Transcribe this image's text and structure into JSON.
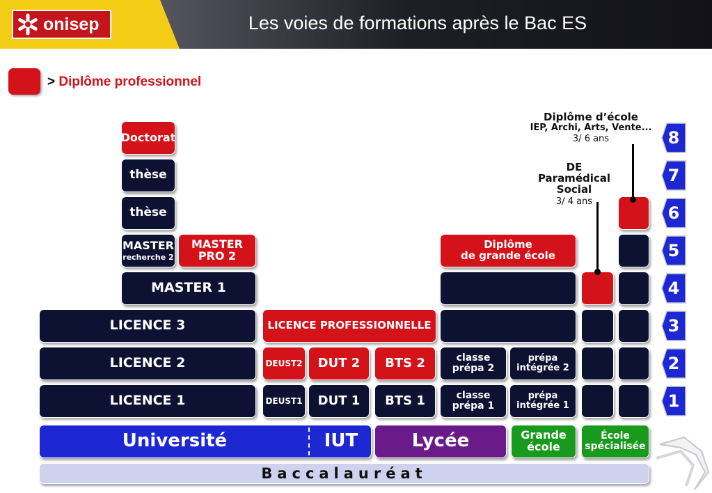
{
  "header": {
    "logo_text": "onisep",
    "title": "Les voies de formations après le Bac ES"
  },
  "legend": {
    "arrow": ">",
    "label": "Diplôme professionnel"
  },
  "universite": {
    "doctorat": "Doctorat",
    "these1": "thèse",
    "these2": "thèse",
    "master_recherche_title": "MASTER",
    "master_recherche_sub": "recherche 2",
    "master_pro": "MASTER PRO 2",
    "master1": "MASTER 1",
    "licence3": "LICENCE 3",
    "licence2": "LICENCE 2",
    "licence1": "LICENCE 1"
  },
  "iut": {
    "licence_pro": "LICENCE PROFESSIONNELLE",
    "deust2": "DEUST2",
    "deust1": "DEUST1",
    "dut2": "DUT 2",
    "dut1": "DUT 1",
    "bts2": "BTS 2",
    "bts1": "BTS 1"
  },
  "grande_ecole": {
    "diplome_line1": "Diplôme",
    "diplome_line2": "de grande école",
    "classe_prepa2_line1": "classe",
    "classe_prepa2_line2": "prépa 2",
    "classe_prepa1_line1": "classe",
    "classe_prepa1_line2": "prépa 1",
    "prepa_int2_line1": "prépa",
    "prepa_int2_line2": "intégrée 2",
    "prepa_int1_line1": "prépa",
    "prepa_int1_line2": "intégrée 1"
  },
  "bottom": {
    "universite": "Université",
    "iut": "IUT",
    "lycee": "Lycée",
    "grande_ecole_line1": "Grande",
    "grande_ecole_line2": "école",
    "ecole_spec_line1": "École",
    "ecole_spec_line2": "spécialisée",
    "baccalaureat": "Baccalauréat"
  },
  "annotations": {
    "diplome_ecole_title": "Diplôme d’école",
    "diplome_ecole_sub": "IEP, Archi, Arts, Vente...",
    "diplome_ecole_years": "3/ 6 ans",
    "de_line1": "DE",
    "de_line2": "Paramédical",
    "de_line3": "Social",
    "de_years": "3/ 4 ans"
  },
  "years": [
    "8",
    "7",
    "6",
    "5",
    "4",
    "3",
    "2",
    "1"
  ],
  "colors": {
    "navy": "#0d1233",
    "red": "#d4121a",
    "blue": "#1d27d2",
    "purple": "#6b1a8a",
    "green": "#189a1c",
    "yellow": "#f2cc15"
  }
}
